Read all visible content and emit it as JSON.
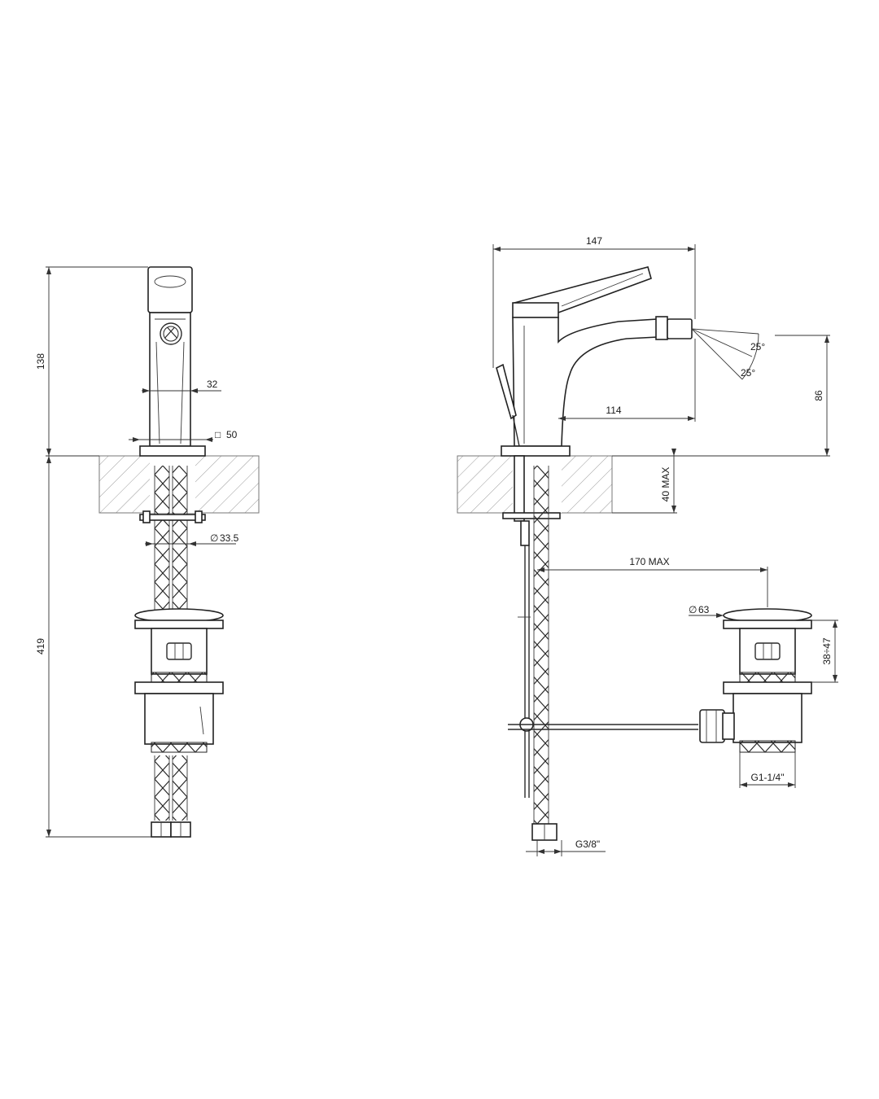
{
  "dimensions": {
    "front_view": {
      "height_top": "138",
      "height_total": "419",
      "spout_width": "32",
      "base_square": "50",
      "shank_diameter": "33.5"
    },
    "side_view": {
      "overall_length": "147",
      "spout_reach": "114",
      "jet_angle_up": "25°",
      "jet_angle_down": "25°",
      "spout_height": "86",
      "deck_thickness": "40 MAX",
      "rod_length": "170 MAX",
      "waste_diameter": "63",
      "waste_height": "38÷47",
      "waste_thread": "G1-1/4\"",
      "hose_thread": "G3/8\""
    }
  },
  "symbols": {
    "diameter": "∅",
    "square": "□"
  }
}
